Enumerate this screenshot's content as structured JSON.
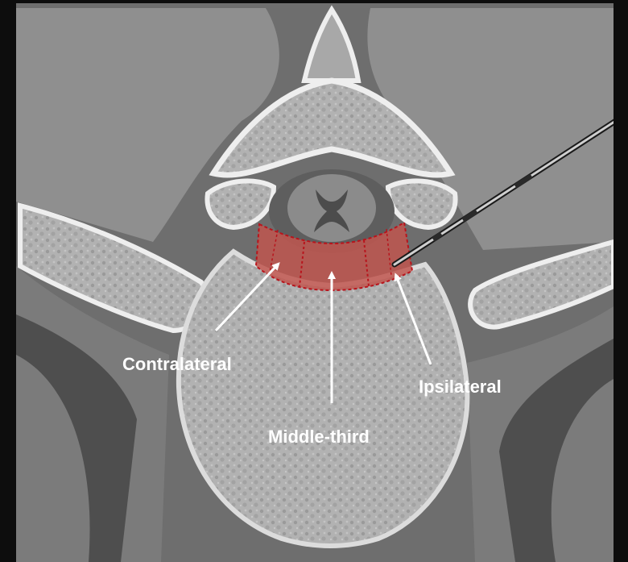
{
  "labels": {
    "contralateral": "Contralateral",
    "middle_third": "Middle-third",
    "ipsilateral": "Ipsilateral"
  },
  "colors": {
    "background": "#0d0d0d",
    "soft_tissue": "#5c5c5c",
    "muscle": "#8e8e8e",
    "bone_fill": "#b4b4b4",
    "bone_outline": "#efefef",
    "highlight_region": "#c0564f",
    "highlight_outline": "#b8141c",
    "label_text": "#ffffff",
    "arrow": "#ffffff"
  },
  "icons": {
    "needle": "needle-probe-icon",
    "arrow": "arrow-icon"
  }
}
